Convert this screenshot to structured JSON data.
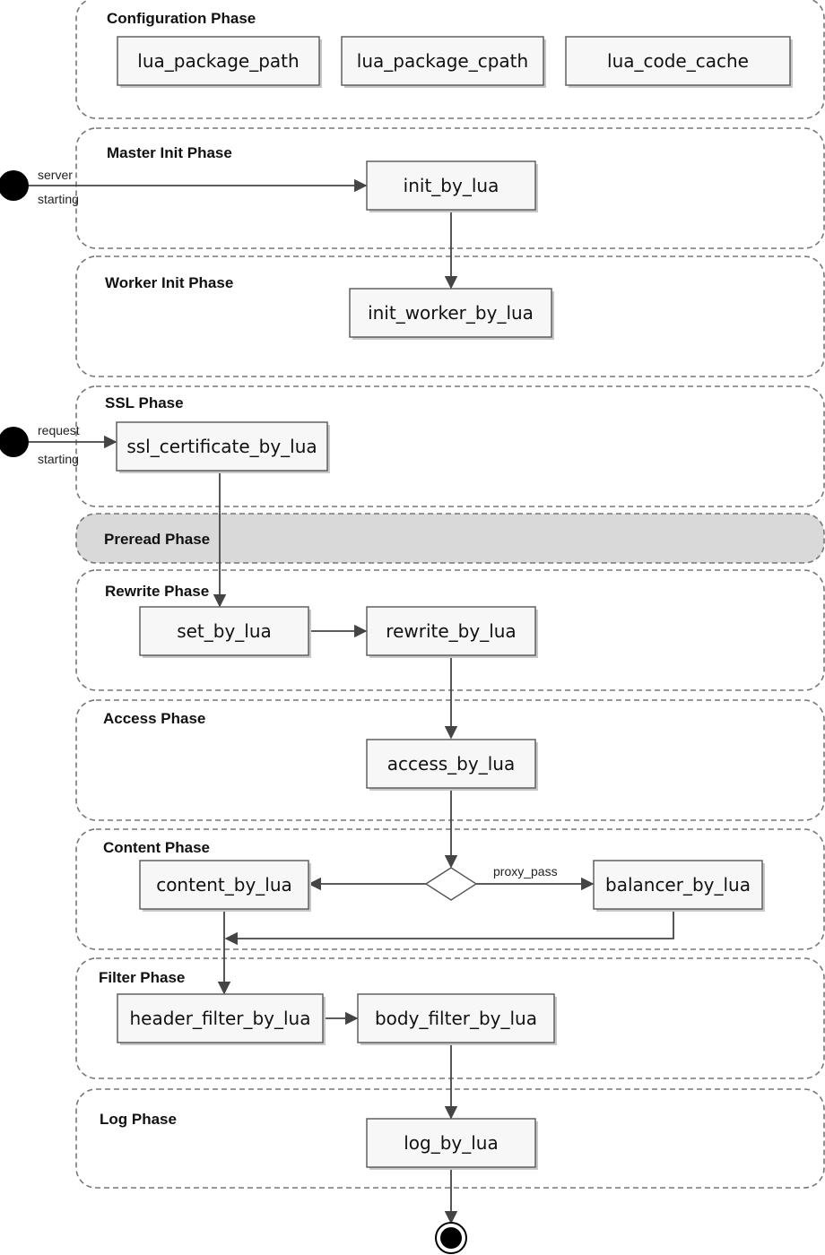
{
  "phases": [
    {
      "id": "configuration",
      "title": "Configuration Phase"
    },
    {
      "id": "master-init",
      "title": "Master Init Phase"
    },
    {
      "id": "worker-init",
      "title": "Worker Init Phase"
    },
    {
      "id": "ssl",
      "title": "SSL Phase"
    },
    {
      "id": "preread",
      "title": "Preread Phase"
    },
    {
      "id": "rewrite",
      "title": "Rewrite Phase"
    },
    {
      "id": "access",
      "title": "Access Phase"
    },
    {
      "id": "content",
      "title": "Content Phase"
    },
    {
      "id": "filter",
      "title": "Filter Phase"
    },
    {
      "id": "log",
      "title": "Log Phase"
    }
  ],
  "nodes": [
    {
      "id": "lua-package-path",
      "label": "lua_package_path"
    },
    {
      "id": "lua-package-cpath",
      "label": "lua_package_cpath"
    },
    {
      "id": "lua-code-cache",
      "label": "lua_code_cache"
    },
    {
      "id": "init-by-lua",
      "label": "init_by_lua"
    },
    {
      "id": "init-worker-by-lua",
      "label": "init_worker_by_lua"
    },
    {
      "id": "ssl-certificate-by-lua",
      "label": "ssl_certificate_by_lua"
    },
    {
      "id": "set-by-lua",
      "label": "set_by_lua"
    },
    {
      "id": "rewrite-by-lua",
      "label": "rewrite_by_lua"
    },
    {
      "id": "access-by-lua",
      "label": "access_by_lua"
    },
    {
      "id": "content-by-lua",
      "label": "content_by_lua"
    },
    {
      "id": "balancer-by-lua",
      "label": "balancer_by_lua"
    },
    {
      "id": "header-filter-by-lua",
      "label": "header_filter_by_lua"
    },
    {
      "id": "body-filter-by-lua",
      "label": "body_filter_by_lua"
    },
    {
      "id": "log-by-lua",
      "label": "log_by_lua"
    }
  ],
  "start_points": [
    {
      "id": "server-starting",
      "label_line1": "server",
      "label_line2": "starting"
    },
    {
      "id": "request-starting",
      "label_line1": "request",
      "label_line2": "starting"
    }
  ],
  "edges": [
    {
      "from": "server-starting",
      "to": "init-by-lua"
    },
    {
      "from": "init-by-lua",
      "to": "init-worker-by-lua"
    },
    {
      "from": "request-starting",
      "to": "ssl-certificate-by-lua"
    },
    {
      "from": "ssl-certificate-by-lua",
      "to": "set-by-lua"
    },
    {
      "from": "set-by-lua",
      "to": "rewrite-by-lua"
    },
    {
      "from": "rewrite-by-lua",
      "to": "access-by-lua"
    },
    {
      "from": "access-by-lua",
      "to": "decision"
    },
    {
      "from": "decision",
      "to": "content-by-lua"
    },
    {
      "from": "decision",
      "to": "balancer-by-lua",
      "label": "proxy_pass"
    },
    {
      "from": "balancer-by-lua",
      "to": "content-exit"
    },
    {
      "from": "content-by-lua",
      "to": "header-filter-by-lua"
    },
    {
      "from": "header-filter-by-lua",
      "to": "body-filter-by-lua"
    },
    {
      "from": "body-filter-by-lua",
      "to": "log-by-lua"
    },
    {
      "from": "log-by-lua",
      "to": "end"
    }
  ],
  "edge_labels": {
    "proxy_pass": "proxy_pass"
  }
}
